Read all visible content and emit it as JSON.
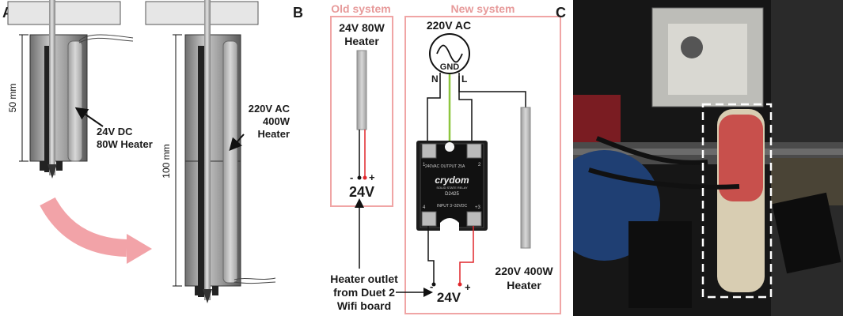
{
  "panels": {
    "a": {
      "letter": "A",
      "dim_short": "50 mm",
      "dim_long": "100 mm",
      "heater_old": [
        "24V DC",
        "80W Heater"
      ],
      "heater_new": [
        "220V AC",
        "400W",
        "Heater"
      ]
    },
    "b": {
      "letter": "B",
      "old_title": "Old system",
      "new_title": "New system",
      "old_heater": [
        "24V 80W",
        "Heater"
      ],
      "old_minus": "-",
      "old_plus": "+",
      "old_volt": "24V",
      "ac_label": "220V AC",
      "gnd": "GND",
      "n": "N",
      "l": "L",
      "relay_brand": "crydom",
      "relay_sub": "SOLID STATE RELAY",
      "relay_model": "D2425",
      "relay_output": "240VAC  OUTPUT  25A",
      "relay_input": "INPUT  3~32VDC",
      "relay_t1": "1",
      "relay_t2": "2",
      "relay_t3": "+3",
      "relay_t4": "4",
      "new_heater": [
        "220V 400W",
        "Heater"
      ],
      "outlet": [
        "Heater outlet",
        "from Duet 2",
        "Wifi board"
      ],
      "new_minus": "-",
      "new_plus": "+",
      "new_volt": "24V"
    },
    "c": {
      "letter": "C"
    }
  },
  "colors": {
    "box_pink": "#f0a5a5",
    "wire_green": "#8dc63f",
    "wire_red": "#e0262b",
    "arrow_pink": "#f2a3a8"
  }
}
